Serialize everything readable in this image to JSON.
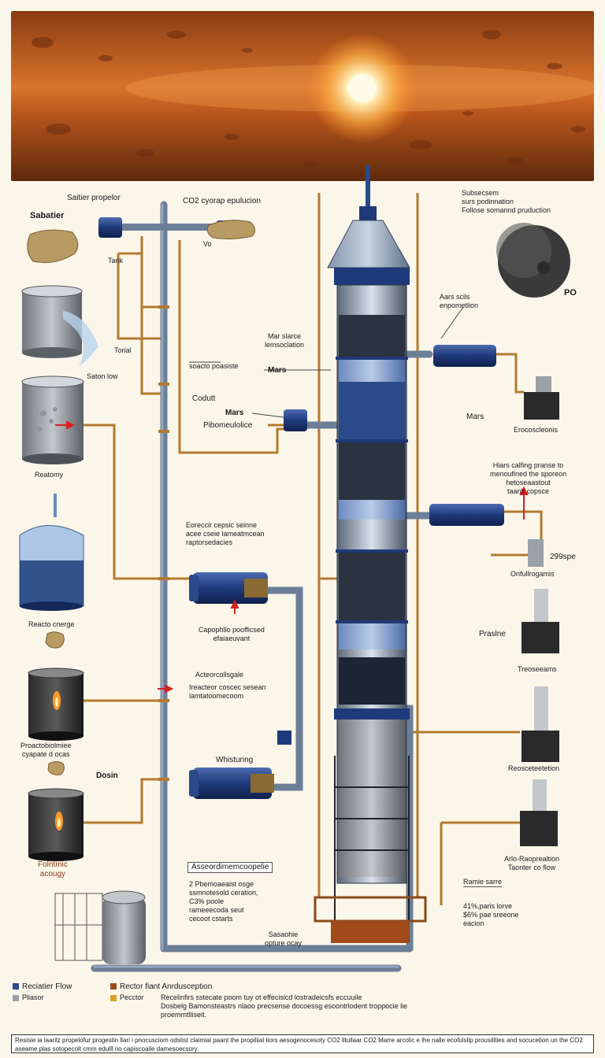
{
  "labels": {
    "sabatier_propelor": "Saitier propelor",
    "sabatier": "Sabatier",
    "co2_capture": "CO2 cyorap epulucion",
    "vo": "Vo",
    "tank": "Tank",
    "torial": "Torial",
    "saton_low": "Saton low",
    "reatomy": "Reatomy",
    "reacto_cnerge": "Reacto cnerge",
    "proacto_line": "Proactobiolmiee\ncyapate d ocas",
    "dosin": "Dosin",
    "folntmic": "Folntmic\nacougy",
    "subsystem": "Subsecsem\nsurs podinnation\nFollose somannd pruduction",
    "po": "PO",
    "aars_cells": "Aars scils\nenpometlion",
    "mar_starce": "Mar slarce\nlemsoclation",
    "seacto_prescare": "soacto poasiste",
    "mars_1": "Mars",
    "codutt": "Codutt",
    "mars_2": "Mars",
    "pibomeulolice": "Pibomeulolice",
    "mars_right": "Mars",
    "erocoscleds": "Erocoscleonis",
    "hiars_calfing": "Hiars calfing pranse to\nmenoufined the sporeon\nhetoseaastout\ntaanlt copsce",
    "pct_299": "299spe",
    "onfull": "Onfullrogamis",
    "eoreccir": "Eoreccir cepsic seinne\nacee cseie lameatmcean\nraptorsedacies",
    "capophe": "Capophllo poofficsed\nefaiaeuvant",
    "acteorn": "Acteorcollsgale",
    "ireactor": "Ireacteor coscec sesean\nlamtatoomecoom",
    "praslne": "Praslne",
    "treoseeams": "Treoseeams",
    "whistring": "Whisturing",
    "rescoetetation": "Reosceteetetion",
    "arloc": "Arlo-Raoprealtion\nTaonter co flow",
    "asserdim": "Asseordimemcoopelie",
    "a_list": "2 Pbemoaeaist osge\nssmnotesold ceration,\nC3% poole\nrameeecoda seut\ncecoot cstarts",
    "ramie_sarre": "Ramie sarre",
    "ramie_list": "41%,paris lorve\n$6% pae sreeone\neacion",
    "sasaohie": "Sasaohie\nopture ocay"
  },
  "legend": {
    "item1": "Reciatier Flow",
    "item2": "Pliasor",
    "item3": "Rector fiant Anrdusception",
    "item4": "Pecctor",
    "item4_text": "Recelinfirs sstecate poom tuy ot effecisicd lostradeicsfs eccuuile\nDosbelg Bamonsteastrs nlaoo precsense docoessg esoontrlodent troppocie lie\nproemmtlliseit."
  },
  "footer": {
    "text": "Resisie ia laarilz propelofur progestin llari i pnocusciom odstist claimial paant the propiliial tiors aesogenocesoty CO2 lltullaar CO2 Marre arcolic e lhe nalle ecofulslip prousilities and socucetion un the CO2 aseame plas sotopecolt cmm edulll no capiscoaile damesoecsory."
  },
  "colors": {
    "pipe_copper": "#b37a2e",
    "pipe_blue": "#6c7f98",
    "tank_gray": "#9aa1a8",
    "arrow_red": "#d81e1e",
    "navy": "#1f3a7a"
  }
}
